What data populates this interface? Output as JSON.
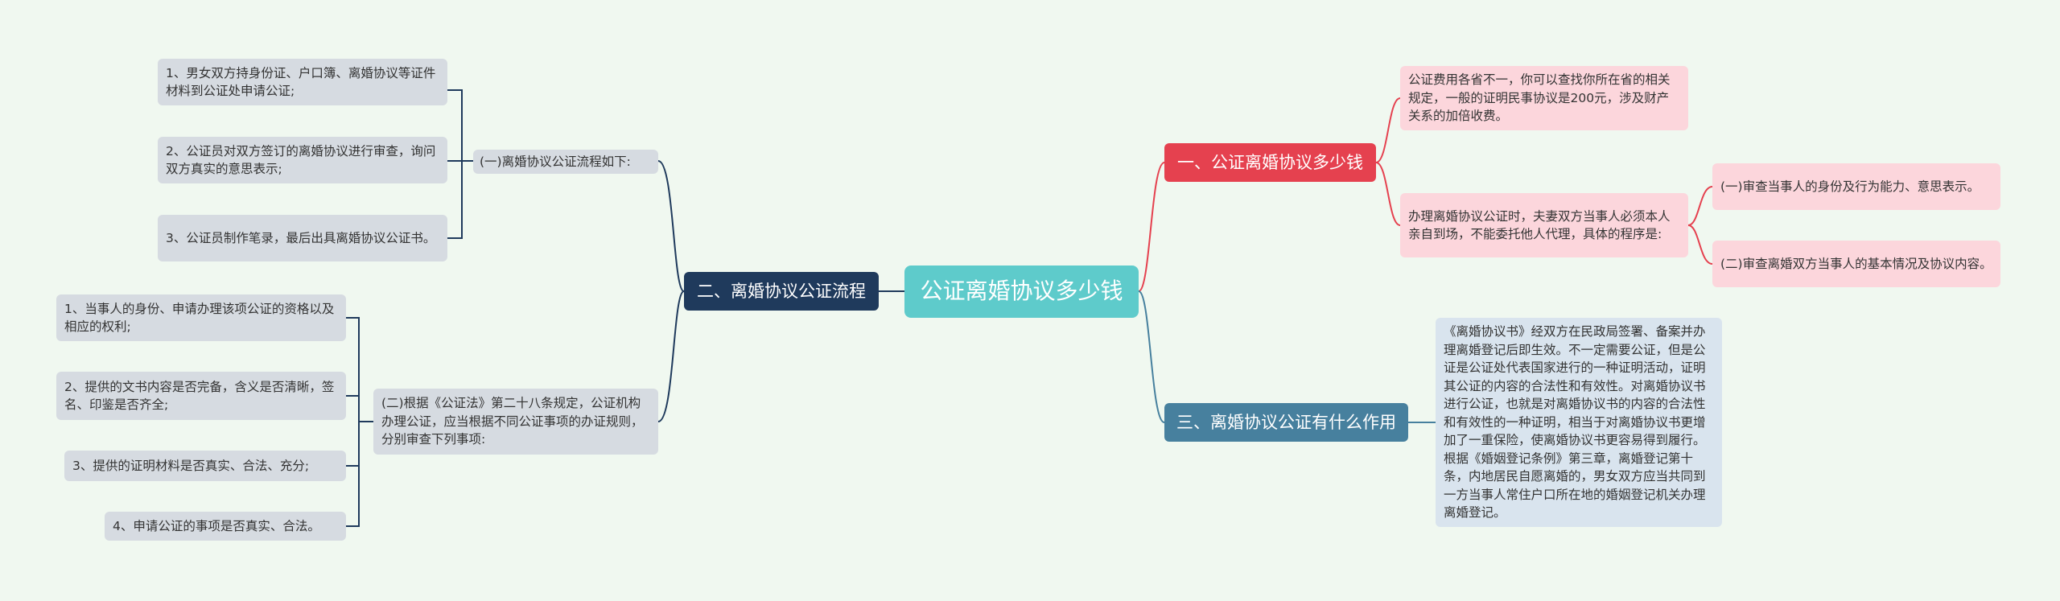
{
  "colors": {
    "background": "#f0f8f0",
    "root": "#5ecbcb",
    "branch1": "#e5414f",
    "branch2": "#1f3a5c",
    "branch3": "#47809e",
    "leaf_pink": "#fcd6dc",
    "leaf_gray": "#d6dbe1",
    "leaf_blue": "#d9e4ee"
  },
  "root": "公证离婚协议多少钱",
  "branch1": {
    "title": "一、公证离婚协议多少钱",
    "fee": "公证费用各省不一，你可以查找你所在省的相关规定，一般的证明民事协议是200元，涉及财产关系的加倍收费。",
    "procedure": "办理离婚协议公证时，夫妻双方当事人必须本人亲自到场，不能委托他人代理，具体的程序是:",
    "steps": [
      "(一)审查当事人的身份及行为能力、意思表示。",
      "(二)审查离婚双方当事人的基本情况及协议内容。"
    ]
  },
  "branch2": {
    "title": "二、离婚协议公证流程",
    "sub1": {
      "title": "(一)离婚协议公证流程如下:",
      "items": [
        "1、男女双方持身份证、户口簿、离婚协议等证件材料到公证处申请公证;",
        "2、公证员对双方签订的离婚协议进行审查，询问双方真实的意思表示;",
        "3、公证员制作笔录，最后出具离婚协议公证书。"
      ]
    },
    "sub2": {
      "title": "(二)根据《公证法》第二十八条规定，公证机构办理公证，应当根据不同公证事项的办证规则，分别审查下列事项:",
      "items": [
        "1、当事人的身份、申请办理该项公证的资格以及相应的权利;",
        "2、提供的文书内容是否完备，含义是否清晰，签名、印鉴是否齐全;",
        "3、提供的证明材料是否真实、合法、充分;",
        "4、申请公证的事项是否真实、合法。"
      ]
    }
  },
  "branch3": {
    "title": "三、离婚协议公证有什么作用",
    "text": "《离婚协议书》经双方在民政局签署、备案并办理离婚登记后即生效。不一定需要公证，但是公证是公证处代表国家进行的一种证明活动，证明其公证的内容的合法性和有效性。对离婚协议书进行公证，也就是对离婚协议书的内容的合法性和有效性的一种证明，相当于对离婚协议书更增加了一重保险，使离婚协议书更容易得到履行。根据《婚姻登记条例》第三章，离婚登记第十条，内地居民自愿离婚的，男女双方应当共同到一方当事人常住户口所在地的婚姻登记机关办理离婚登记。"
  }
}
